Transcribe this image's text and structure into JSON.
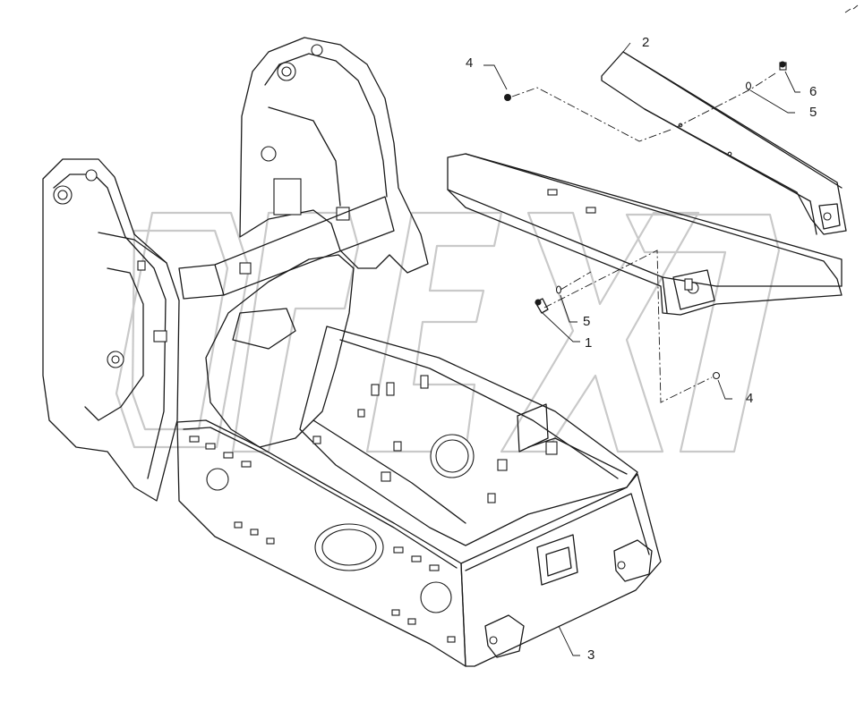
{
  "diagram": {
    "callouts": [
      {
        "id": "callout-2",
        "label": "2"
      },
      {
        "id": "callout-4a",
        "label": "4"
      },
      {
        "id": "callout-6",
        "label": "6"
      },
      {
        "id": "callout-5a",
        "label": "5"
      },
      {
        "id": "callout-5b",
        "label": "5"
      },
      {
        "id": "callout-1",
        "label": "1"
      },
      {
        "id": "callout-4b",
        "label": "4"
      },
      {
        "id": "callout-3",
        "label": "3"
      }
    ],
    "watermark": "OPEX",
    "line_color": "#1a1a1a",
    "watermark_color": "#c9c9c9"
  }
}
